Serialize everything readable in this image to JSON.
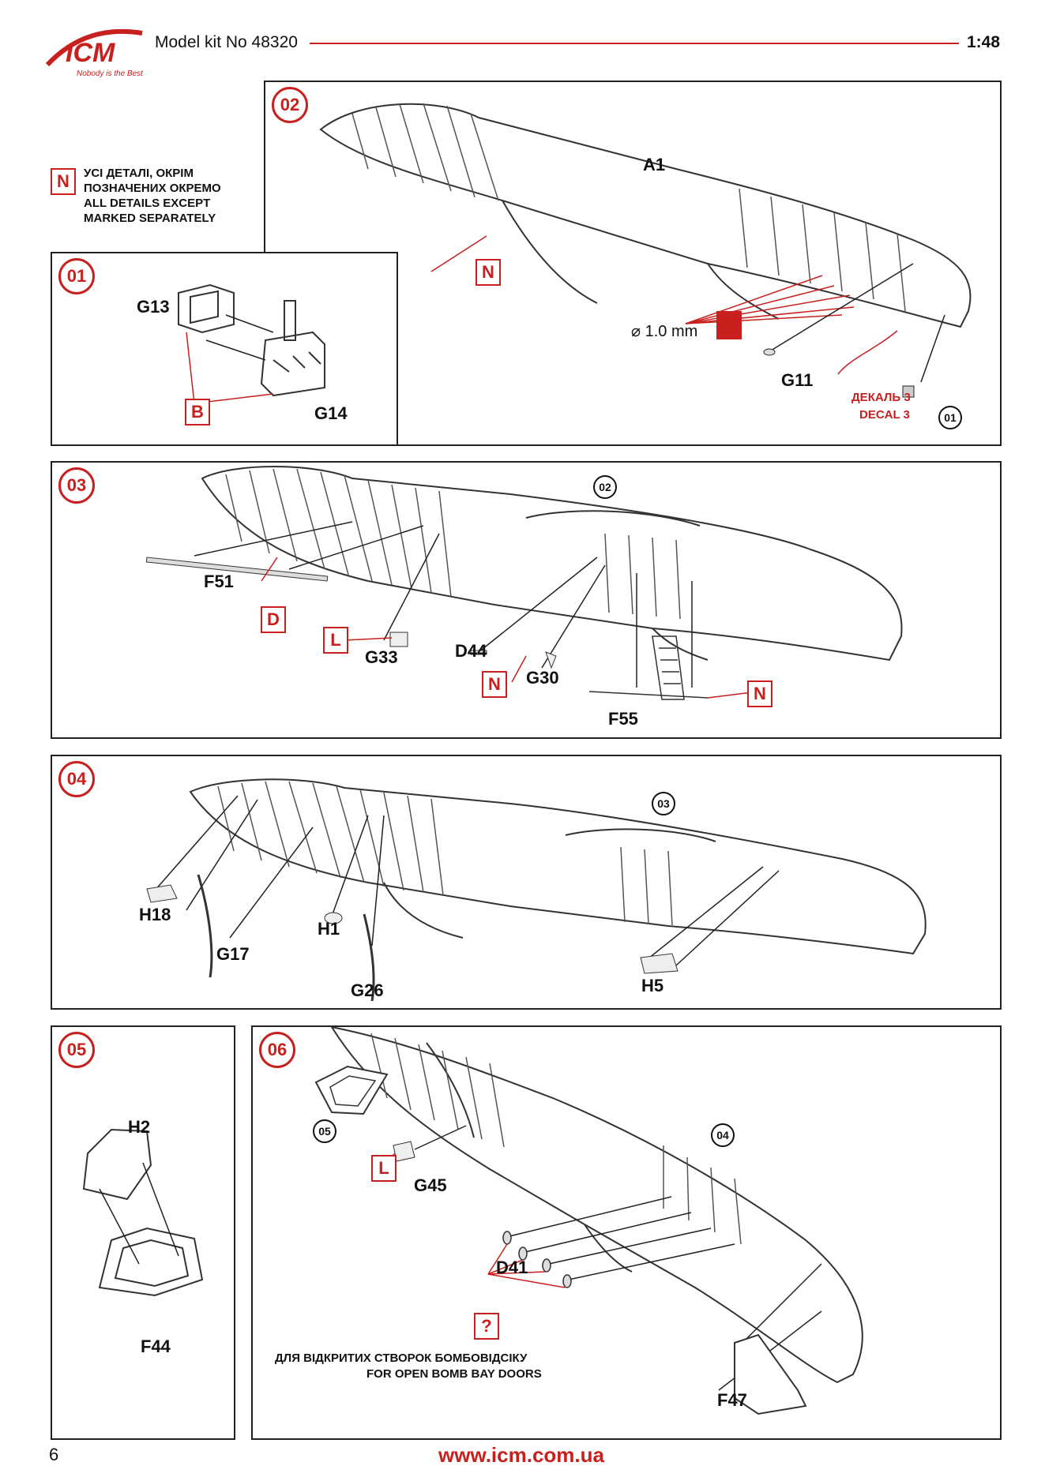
{
  "header": {
    "brand": "ICM",
    "slogan": "Nobody is the Best",
    "kit_title": "Model kit No 48320",
    "scale": "1:48",
    "accent_color": "#c8201e"
  },
  "general_note": {
    "symbol": "N",
    "lines": [
      "УСІ ДЕТАЛІ, ОКРІМ",
      "ПОЗНАЧЕНИХ ОКРЕМО",
      "ALL DETAILS EXCEPT",
      "MARKED SEPARATELY"
    ]
  },
  "steps": {
    "s01": {
      "number": "01",
      "parts": {
        "g13": "G13",
        "g14": "G14"
      },
      "tag": "B"
    },
    "s02": {
      "number": "02",
      "parts": {
        "a1": "A1",
        "g11": "G11"
      },
      "tag": "N",
      "drill": "⌀ 1.0 mm",
      "decal_ua": "ДЕКАЛЬ 3",
      "decal_en": "DECAL 3",
      "ref": "01"
    },
    "s03": {
      "number": "03",
      "ref": "02",
      "parts": {
        "f51": "F51",
        "g33": "G33",
        "d44": "D44",
        "g30": "G30",
        "f55": "F55"
      },
      "tags": {
        "d": "D",
        "l": "L",
        "n1": "N",
        "n2": "N"
      }
    },
    "s04": {
      "number": "04",
      "ref": "03",
      "parts": {
        "h18": "H18",
        "g17": "G17",
        "h1": "H1",
        "g26": "G26",
        "h5": "H5"
      }
    },
    "s05": {
      "number": "05",
      "parts": {
        "h2": "H2",
        "f44": "F44"
      }
    },
    "s06": {
      "number": "06",
      "refs": {
        "r05": "05",
        "r04": "04"
      },
      "parts": {
        "g45": "G45",
        "d41": "D41",
        "f47": "F47"
      },
      "tags": {
        "l": "L",
        "q": "?"
      },
      "note_ua": "ДЛЯ ВІДКРИТИХ СТВОРОК БОМБОВІДСІКУ",
      "note_en": "FOR OPEN BOMB BAY DOORS"
    }
  },
  "footer": {
    "page": "6",
    "url": "www.icm.com.ua"
  }
}
